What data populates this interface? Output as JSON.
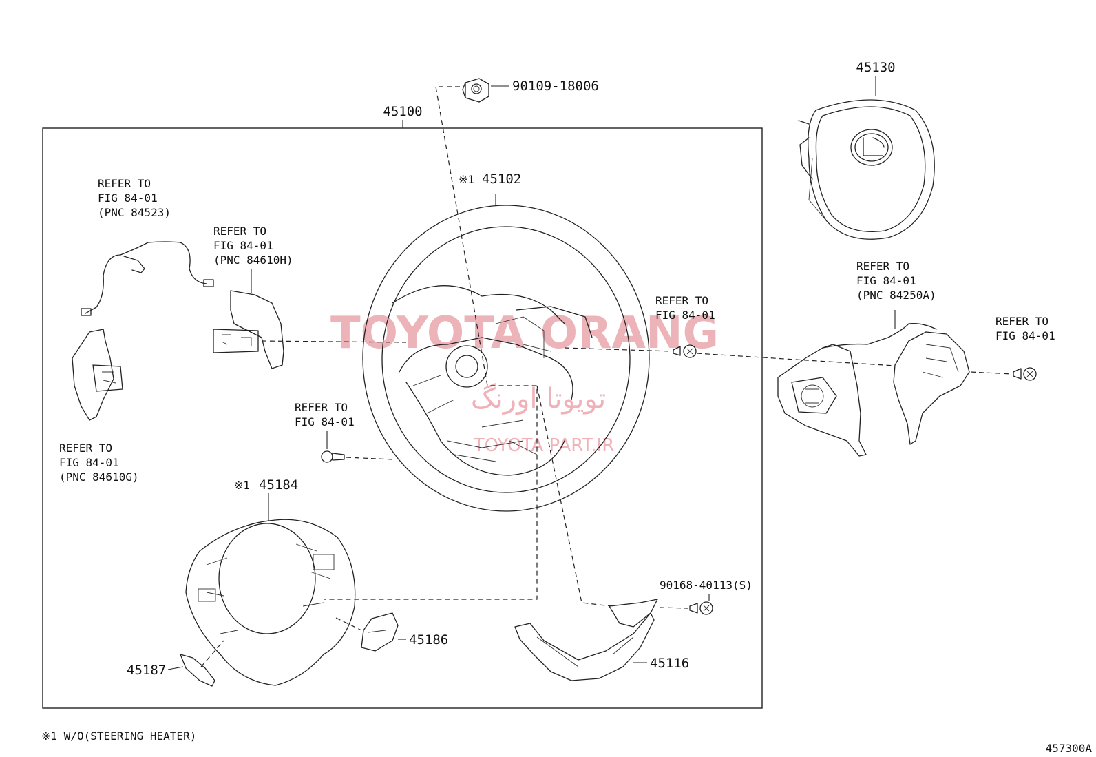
{
  "diagram": {
    "figure_code": "457300A",
    "footnote": "※1 W/O(STEERING HEATER)",
    "assembly": {
      "number": "45100"
    },
    "watermark": {
      "brand": "TOYOTA ORANG",
      "persian": "تویوتا اورنگ",
      "site": "TOYOTA PART.IR"
    },
    "parts": {
      "nut": "90109-18006",
      "wheel": "45102",
      "wheel_mark": "※1",
      "airbag": "45130",
      "cover_lower": "45184",
      "cover_lower_mark": "※1",
      "cover_small": "45186",
      "cover_tab": "45187",
      "cover_bottom": "45116",
      "screw": "90168-40113(S)"
    },
    "refs": {
      "wire_left": [
        "REFER TO",
        "FIG 84-01",
        "(PNC 84523)"
      ],
      "paddle_h": [
        "REFER TO",
        "FIG 84-01",
        "(PNC 84610H)"
      ],
      "paddle_g": [
        "REFER TO",
        "FIG 84-01",
        "(PNC 84610G)"
      ],
      "screw_mid_right": [
        "REFER TO",
        "FIG 84-01"
      ],
      "screw_mid_left": [
        "REFER TO",
        "FIG 84-01"
      ],
      "switch_right": [
        "REFER TO",
        "FIG 84-01",
        "(PNC 84250A)"
      ],
      "screw_far_right": [
        "REFER TO",
        "FIG 84-01"
      ]
    }
  }
}
